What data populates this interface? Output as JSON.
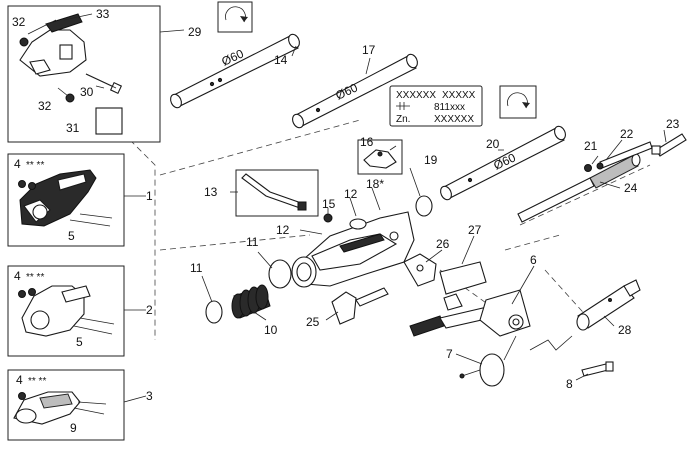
{
  "callouts": {
    "c1": "1",
    "c2": "2",
    "c3": "3",
    "c4a": "4",
    "c4b": "4",
    "c4c": "4",
    "stars_a": "** **",
    "stars_b": "** **",
    "stars_c": "** **",
    "c5a": "5",
    "c5b": "5",
    "c6": "6",
    "c7": "7",
    "c8": "8",
    "c9": "9",
    "c10": "10",
    "c11a": "11",
    "c11b": "11",
    "c12a": "12",
    "c12b": "12",
    "c13": "13",
    "c14": "14",
    "c15": "15",
    "c16": "16",
    "c17": "17",
    "c18": "18*",
    "c19": "19",
    "c20": "20",
    "c21": "21",
    "c22": "22",
    "c23": "23",
    "c24": "24",
    "c25": "25",
    "c26": "26",
    "c27": "27",
    "c28": "28",
    "c29": "29",
    "c30": "30",
    "c31": "31",
    "c32a": "32",
    "c32b": "32",
    "c33": "33"
  },
  "tube_labels": {
    "t14": "Ø60",
    "t17": "Ø60",
    "t20": "Ø60"
  },
  "nameplate": {
    "row1_left": "XXXXXX",
    "row1_right": "XXXXX",
    "row2_right": "811xxx",
    "row3_left": "Zn.",
    "row3_right": "XXXXXX"
  },
  "icons": [
    "rotate-clockwise-icon",
    "rotate-clockwise-icon"
  ]
}
